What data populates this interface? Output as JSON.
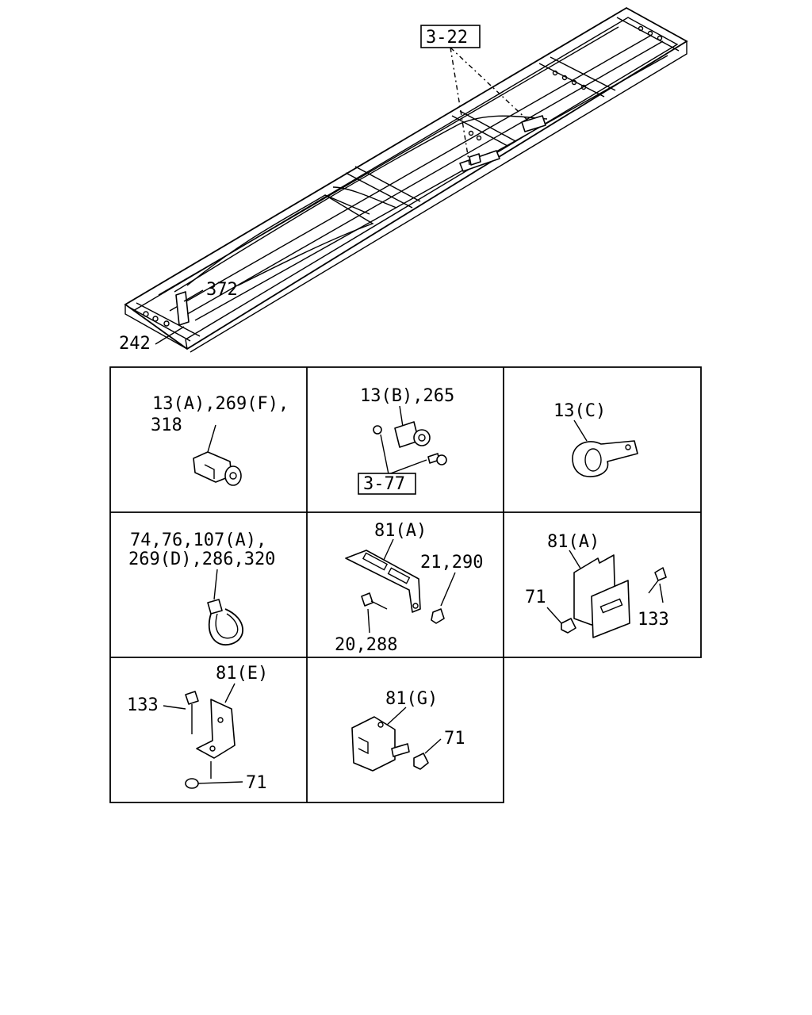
{
  "overview": {
    "callouts": {
      "ref_top": "3-22",
      "part_upper": "372",
      "part_lower": "242"
    }
  },
  "panels": [
    {
      "labels": [
        "13(A),269(F),",
        "318"
      ]
    },
    {
      "labels": [
        "13(B),265"
      ],
      "ref": "3-77"
    },
    {
      "labels": [
        "13(C)"
      ]
    },
    {
      "labels": [
        "74,76,107(A),",
        "269(D),286,320"
      ]
    },
    {
      "labels": [
        "81(A)",
        "21,290",
        "20,288"
      ]
    },
    {
      "labels": [
        "81(A)",
        "71",
        "133"
      ]
    },
    {
      "labels": [
        "81(E)",
        "133",
        "71"
      ]
    },
    {
      "labels": [
        "81(G)",
        "71"
      ]
    }
  ]
}
